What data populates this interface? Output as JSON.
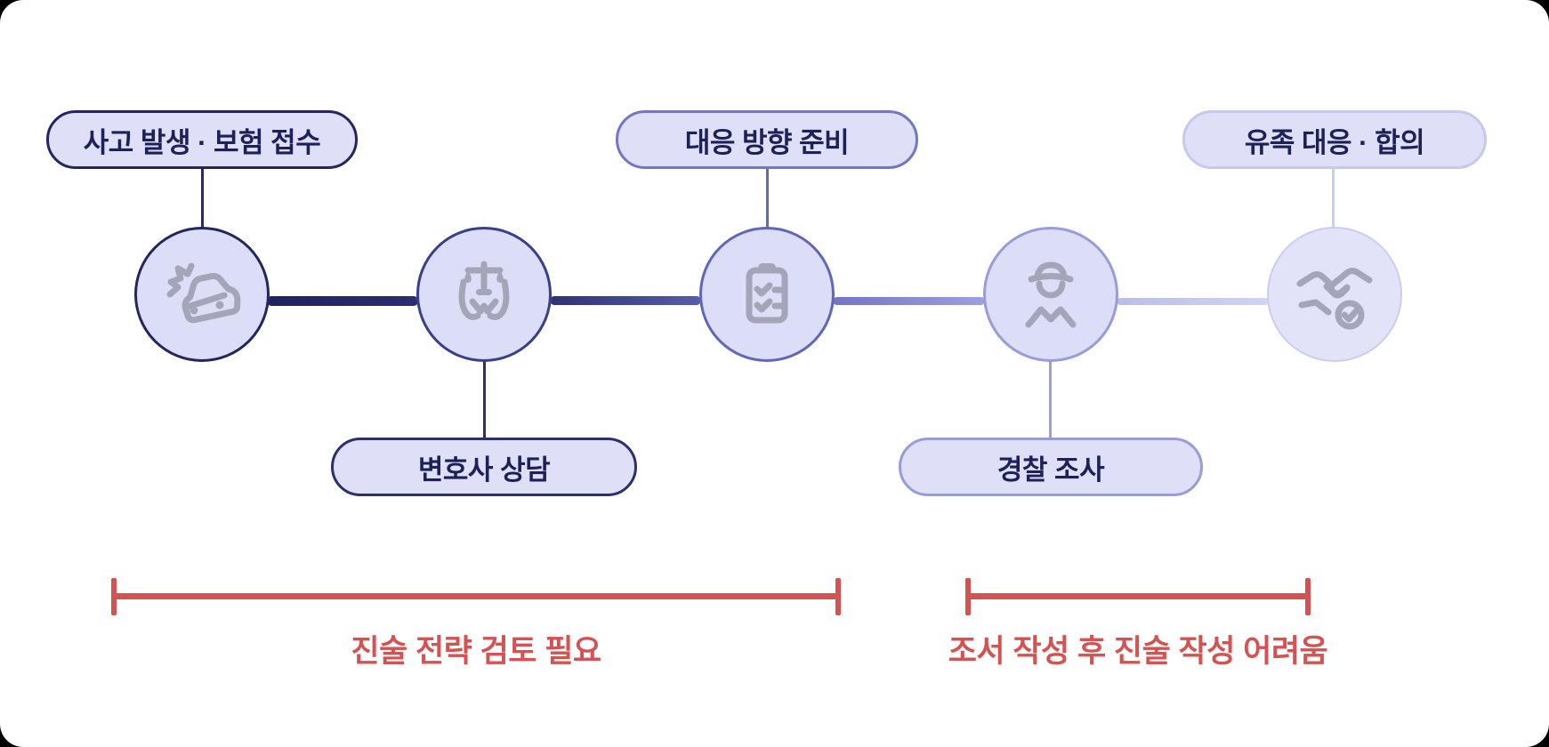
{
  "diagram": {
    "type": "process-timeline",
    "steps": [
      {
        "label": "사고 발생 · 보험 접수",
        "label_position": "top",
        "icon": "car-crash-icon",
        "accent": "#23265f"
      },
      {
        "label": "변호사 상담",
        "label_position": "bottom",
        "icon": "scales-hands-icon",
        "accent": "#2b2f6e"
      },
      {
        "label": "대응 방향 준비",
        "label_position": "top",
        "icon": "clipboard-check-icon",
        "accent": "#7276c4"
      },
      {
        "label": "경찰 조사",
        "label_position": "bottom",
        "icon": "police-officer-icon",
        "accent": "#989cd8"
      },
      {
        "label": "유족 대응 · 합의",
        "label_position": "top",
        "icon": "handshake-check-icon",
        "accent": "#c6c8ee"
      }
    ],
    "annotations": [
      {
        "label": "진술 전략 검토 필요",
        "spans": "steps 1-3",
        "color": "#d45251"
      },
      {
        "label": "조서 작성 후 진술 작성 어려움",
        "spans": "steps 4-5",
        "color": "#d45251"
      }
    ],
    "colors": {
      "label_text": "#1e2158",
      "pill_fill": "#dfe0f8",
      "circle_fill": "#dcddf6",
      "icon_gray": "#a5a5b9",
      "annotation_red": "#d45251",
      "timeline_dark": "#1f2260",
      "timeline_light": "#d2d4f3",
      "canvas_black": "#000000",
      "card_white": "#ffffff"
    }
  }
}
